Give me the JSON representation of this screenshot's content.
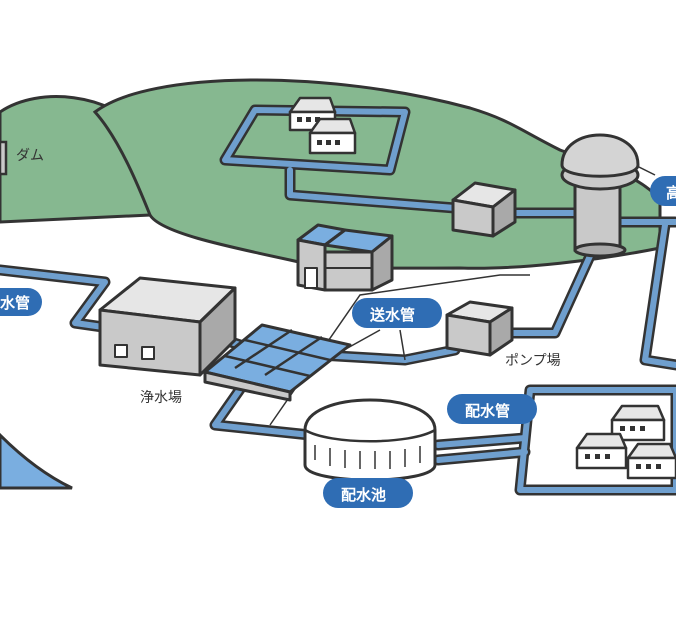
{
  "labels": {
    "dam": "ダム",
    "intake_pipe_partial": "水管",
    "purification_plant": "浄水場",
    "transmission_pipe": "送水管",
    "pump_station": "ポンプ場",
    "distribution_pipe": "配水管",
    "distribution_reservoir": "配水池",
    "elevated_tank_partial": "高"
  },
  "colors": {
    "hill": "#86b890",
    "pipe": "#6f9fce",
    "pill": "#2f6db4",
    "outline": "#333333",
    "building": "#c9c9c9",
    "water": "#7aaee0"
  }
}
